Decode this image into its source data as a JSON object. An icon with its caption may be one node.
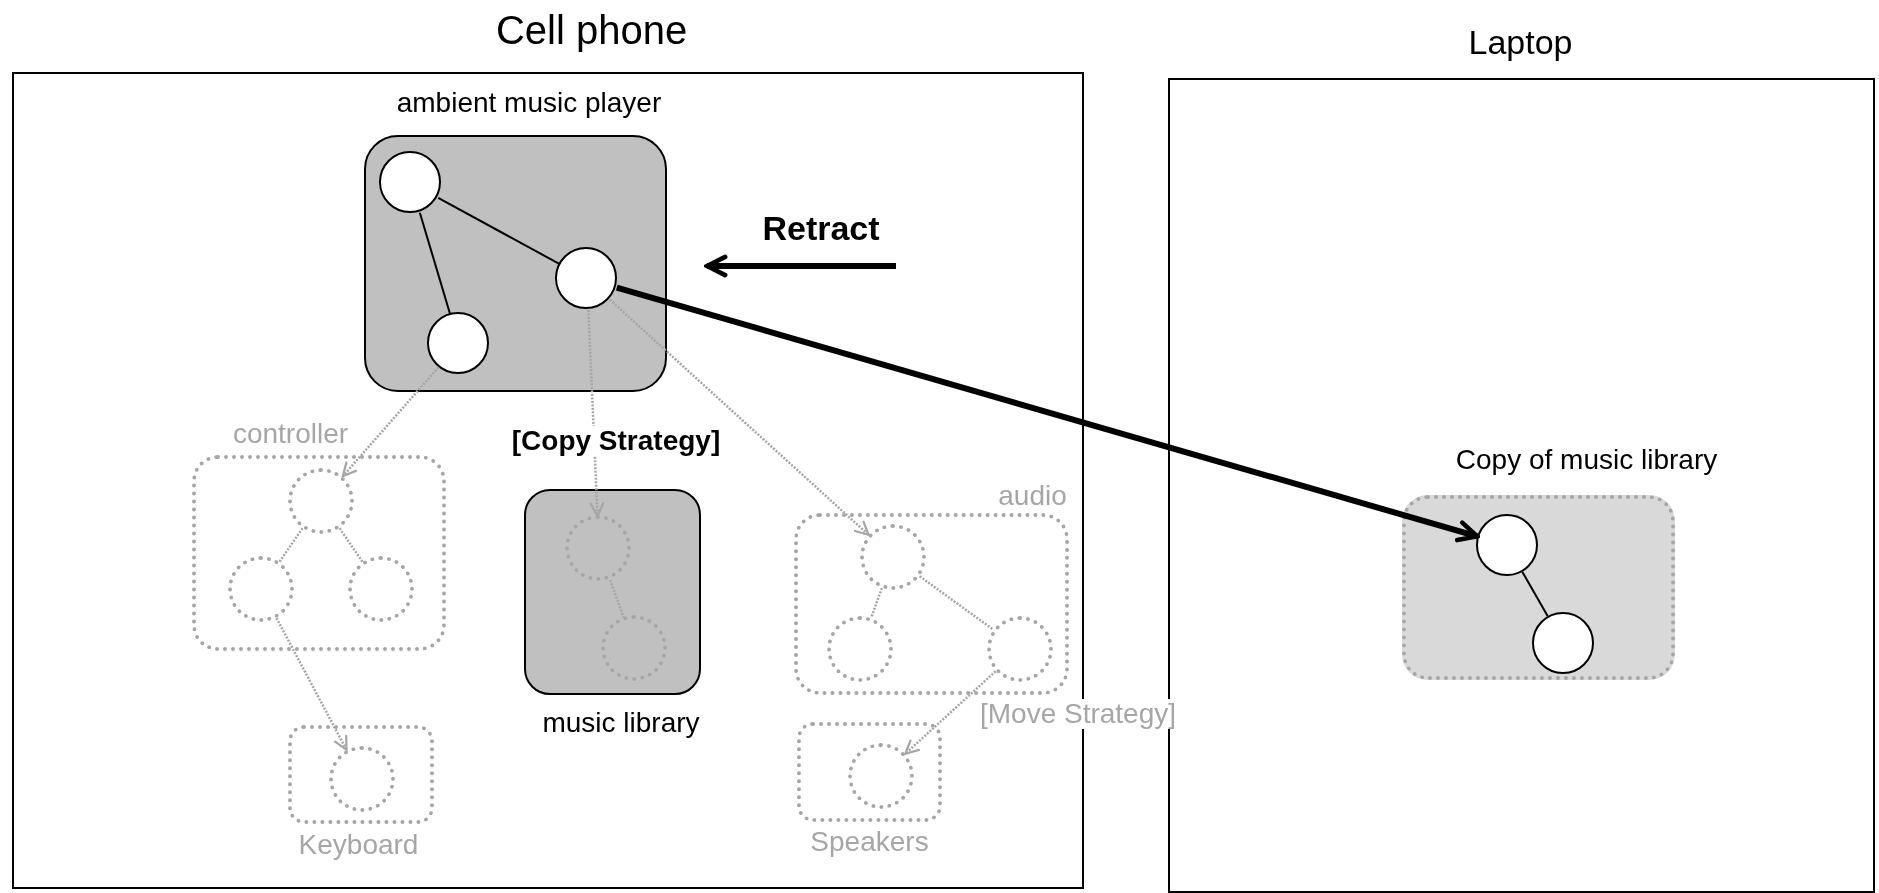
{
  "diagram": {
    "nodes": [
      {
        "text": [
          "Cell phone"
        ]
      },
      {
        "text": [
          "ambient music player"
        ],
        "in": 0
      },
      {
        "text": [],
        "shape": "circle",
        "in": 1
      },
      {
        "text": [],
        "shape": "circle",
        "in": 1
      },
      {
        "text": [],
        "shape": "circle",
        "in": 1
      },
      {
        "text": [
          "controller"
        ],
        "in": 0
      },
      {
        "text": [],
        "shape": "circle",
        "in": 5
      },
      {
        "text": [],
        "shape": "circle",
        "in": 5
      },
      {
        "text": [],
        "shape": "circle",
        "in": 5
      },
      {
        "text": [
          "music library"
        ],
        "in": 0
      },
      {
        "text": [],
        "shape": "circle",
        "in": 9
      },
      {
        "text": [],
        "shape": "circle",
        "in": 9
      },
      {
        "text": [
          "audio"
        ],
        "in": 0
      },
      {
        "text": [],
        "shape": "circle",
        "in": 12
      },
      {
        "text": [],
        "shape": "circle",
        "in": 12
      },
      {
        "text": [],
        "shape": "circle",
        "in": 12
      },
      {
        "text": [
          "Keyboard"
        ],
        "in": 0
      },
      {
        "text": [],
        "shape": "circle",
        "in": 16
      },
      {
        "text": [
          "Speakers"
        ],
        "in": 0
      },
      {
        "text": [],
        "shape": "circle",
        "in": 18
      },
      {
        "text": [
          "Laptop"
        ]
      },
      {
        "text": [
          "Copy of music library"
        ],
        "in": 20
      },
      {
        "text": [],
        "shape": "circle",
        "in": 21
      },
      {
        "text": [],
        "shape": "circle",
        "in": 21
      }
    ],
    "edges": [
      {
        "from": 2,
        "to": 3,
        "arrow": "none",
        "color": "#000000"
      },
      {
        "from": 2,
        "to": 4,
        "arrow": "none",
        "color": "#000000"
      },
      {
        "from": 3,
        "to": 22,
        "arrow": "to",
        "style": "thick",
        "color": "#000000"
      },
      {
        "from": null,
        "to": 1,
        "arrow": "to",
        "style": "thick",
        "color": "#000000",
        "label": "Retract"
      },
      {
        "from": 3,
        "to": 10,
        "arrow": "to",
        "style": "dashed",
        "label": "[Copy Strategy]"
      },
      {
        "from": 3,
        "to": 13,
        "arrow": "to",
        "style": "dashed"
      },
      {
        "from": 4,
        "to": 6,
        "arrow": "to",
        "style": "dashed"
      },
      {
        "from": 6,
        "to": 7,
        "arrow": "none",
        "style": "dashed"
      },
      {
        "from": 6,
        "to": 8,
        "arrow": "none",
        "style": "dashed"
      },
      {
        "from": 7,
        "to": 17,
        "arrow": "to",
        "style": "dashed"
      },
      {
        "from": 10,
        "to": 11,
        "arrow": "none",
        "style": "dashed"
      },
      {
        "from": 13,
        "to": 14,
        "arrow": "none",
        "style": "dashed"
      },
      {
        "from": 13,
        "to": 15,
        "arrow": "none",
        "style": "dashed"
      },
      {
        "from": 15,
        "to": 19,
        "arrow": "to",
        "style": "dashed",
        "label": "[Move Strategy]"
      },
      {
        "from": 22,
        "to": 23,
        "arrow": "none",
        "color": "#000000"
      }
    ]
  }
}
